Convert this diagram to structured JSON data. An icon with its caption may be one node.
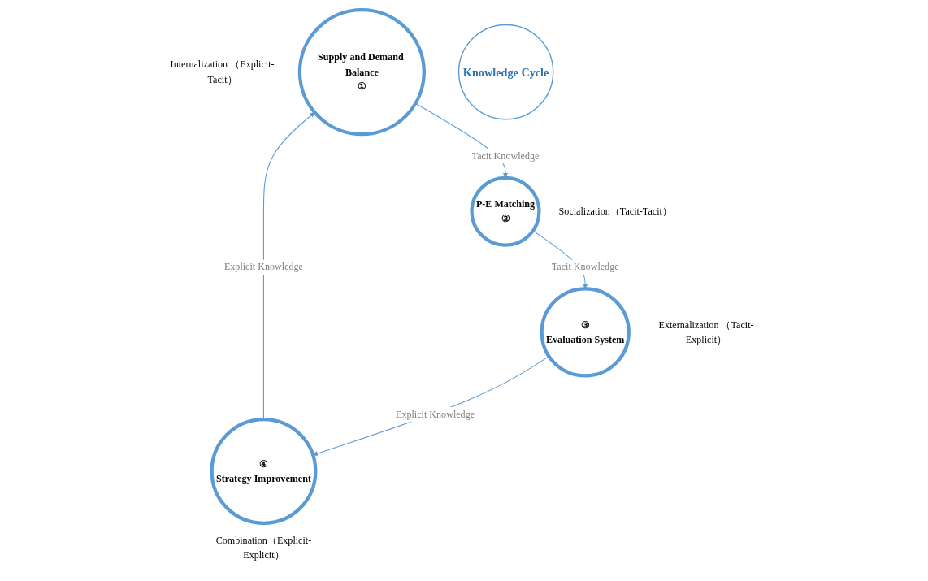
{
  "diagram": {
    "nodes": [
      {
        "text": [
          "Supply and Demand Balance",
          "①"
        ],
        "beside": [
          "Internalization （Explicit-Tacit）"
        ]
      },
      {
        "text": [
          "P-E Matching",
          "②"
        ],
        "beside": [
          "Socialization（Tacit-Tacit）"
        ]
      },
      {
        "text": [
          "③",
          "Evaluation System"
        ],
        "beside": [
          "Externalization （Tacit-Explicit）"
        ]
      },
      {
        "text": [
          "④",
          "Strategy Improvement"
        ],
        "beside": [
          "Combination（Explicit-Explicit）"
        ]
      },
      {
        "text": [
          "Knowledge Cycle"
        ]
      }
    ],
    "edges": [
      {
        "from": 0,
        "to": 1,
        "arrow": "to",
        "label": "Tacit Knowledge"
      },
      {
        "from": 1,
        "to": 2,
        "arrow": "to",
        "label": "Tacit Knowledge"
      },
      {
        "from": 2,
        "to": 3,
        "arrow": "to",
        "label": "Explicit Knowledge"
      },
      {
        "from": 3,
        "to": 0,
        "arrow": "to",
        "label": "Explicit Knowledge"
      }
    ]
  }
}
